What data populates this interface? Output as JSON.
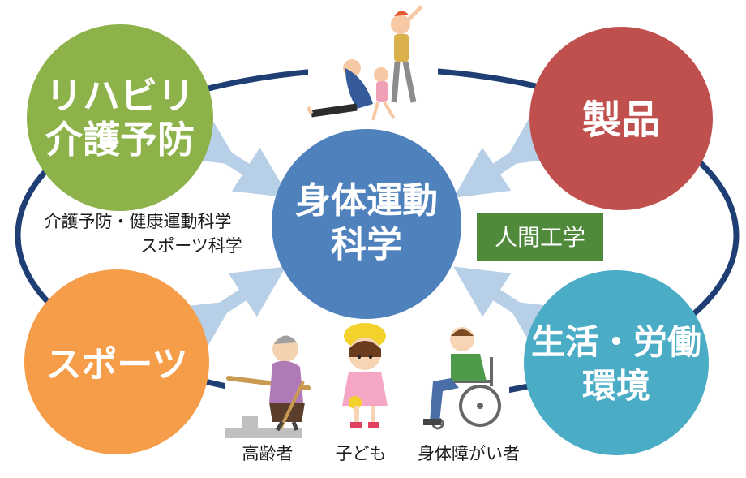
{
  "center": {
    "line1": "身体運動",
    "line2": "科学",
    "color": "#4f81bd"
  },
  "nodes": {
    "rehab": {
      "line1": "リハビリ",
      "line2": "介護予防",
      "color": "#8db24a"
    },
    "product": {
      "line1": "製品",
      "color": "#c0504d"
    },
    "sports": {
      "line1": "スポーツ",
      "color": "#f59d49"
    },
    "life": {
      "line1": "生活・労働",
      "line2": "環境",
      "color": "#4bacc6"
    }
  },
  "captions": {
    "left_line1": "介護予防・健康運動科学",
    "left_line2": "スポーツ科学",
    "elderly": "高齢者",
    "children": "子ども",
    "disabled": "身体障がい者"
  },
  "badge": {
    "label": "人間工学",
    "color": "#4e8a3a"
  },
  "ellipse_color": "#1f3f74",
  "arrow_color": "#b8cfe8"
}
